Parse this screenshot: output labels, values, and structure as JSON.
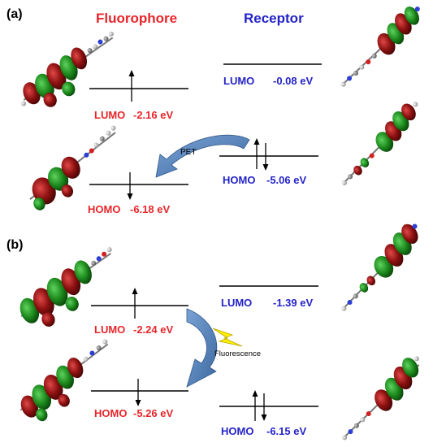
{
  "colors": {
    "fluorophore": "#e8252a",
    "receptor": "#2323c8",
    "level": "#000000",
    "arrow_fill": "#4f7fb5",
    "lightning": "#ffee00",
    "orbital_red": "#8b1010",
    "orbital_green": "#1c8a1c"
  },
  "panel_a": {
    "tag": "(a)",
    "title_fluorophore": "Fluorophore",
    "title_receptor": "Receptor",
    "pet_label": "PET",
    "fluorophore": {
      "lumo": {
        "name": "LUMO",
        "energy": "-2.16 eV"
      },
      "homo": {
        "name": "HOMO",
        "energy": "-6.18 eV"
      }
    },
    "receptor": {
      "lumo": {
        "name": "LUMO",
        "energy": "-0.08  eV"
      },
      "homo": {
        "name": "HOMO",
        "energy": "-5.06 eV"
      }
    }
  },
  "panel_b": {
    "tag": "(b)",
    "fluorescence_label": "Fluorescence",
    "fluorophore": {
      "lumo": {
        "name": "LUMO",
        "energy": "-2.24 eV"
      },
      "homo": {
        "name": "HOMO",
        "energy": "-5.26 eV"
      }
    },
    "receptor": {
      "lumo": {
        "name": "LUMO",
        "energy": "-1.39 eV"
      },
      "homo": {
        "name": "HOMO",
        "energy": "-6.15 eV"
      }
    }
  },
  "icons": {
    "electron_up": "up-arrow-icon",
    "electron_down": "down-arrow-icon",
    "transfer_arrow": "curved-arrow-icon",
    "emission": "lightning-icon"
  }
}
